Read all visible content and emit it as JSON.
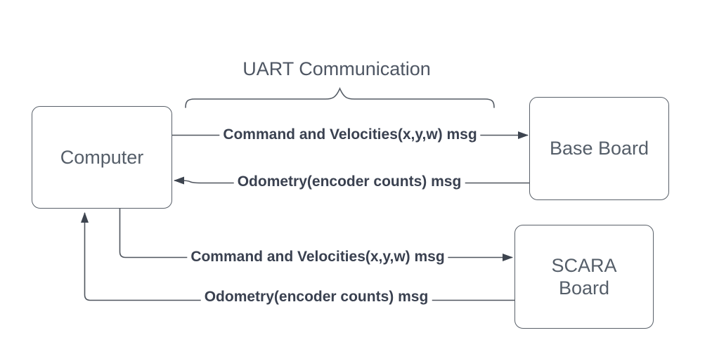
{
  "diagram": {
    "title": "UART Communication",
    "nodes": [
      {
        "id": "computer",
        "label": "Computer"
      },
      {
        "id": "base_board",
        "label": "Base Board"
      },
      {
        "id": "scara_board",
        "label": "SCARA Board"
      }
    ],
    "edges": [
      {
        "from": "Computer",
        "to": "Base Board",
        "direction": "right",
        "label": "Command and Velocities(x,y,w) msg"
      },
      {
        "from": "Base Board",
        "to": "Computer",
        "direction": "left",
        "label": "Odometry(encoder counts) msg"
      },
      {
        "from": "Computer",
        "to": "SCARA Board",
        "direction": "right",
        "label": "Command and Velocities(x,y,w) msg"
      },
      {
        "from": "SCARA Board",
        "to": "Computer",
        "direction": "left",
        "label": "Odometry(encoder counts) msg"
      }
    ],
    "colors": {
      "background": "#ffffff",
      "node_border": "#596069",
      "node_text": "#555e69",
      "edge_line": "#50565f",
      "arrowhead": "#3d444f",
      "edge_label_text": "#3a4150",
      "title_text": "#4e5663",
      "brace": "#555c65"
    }
  }
}
